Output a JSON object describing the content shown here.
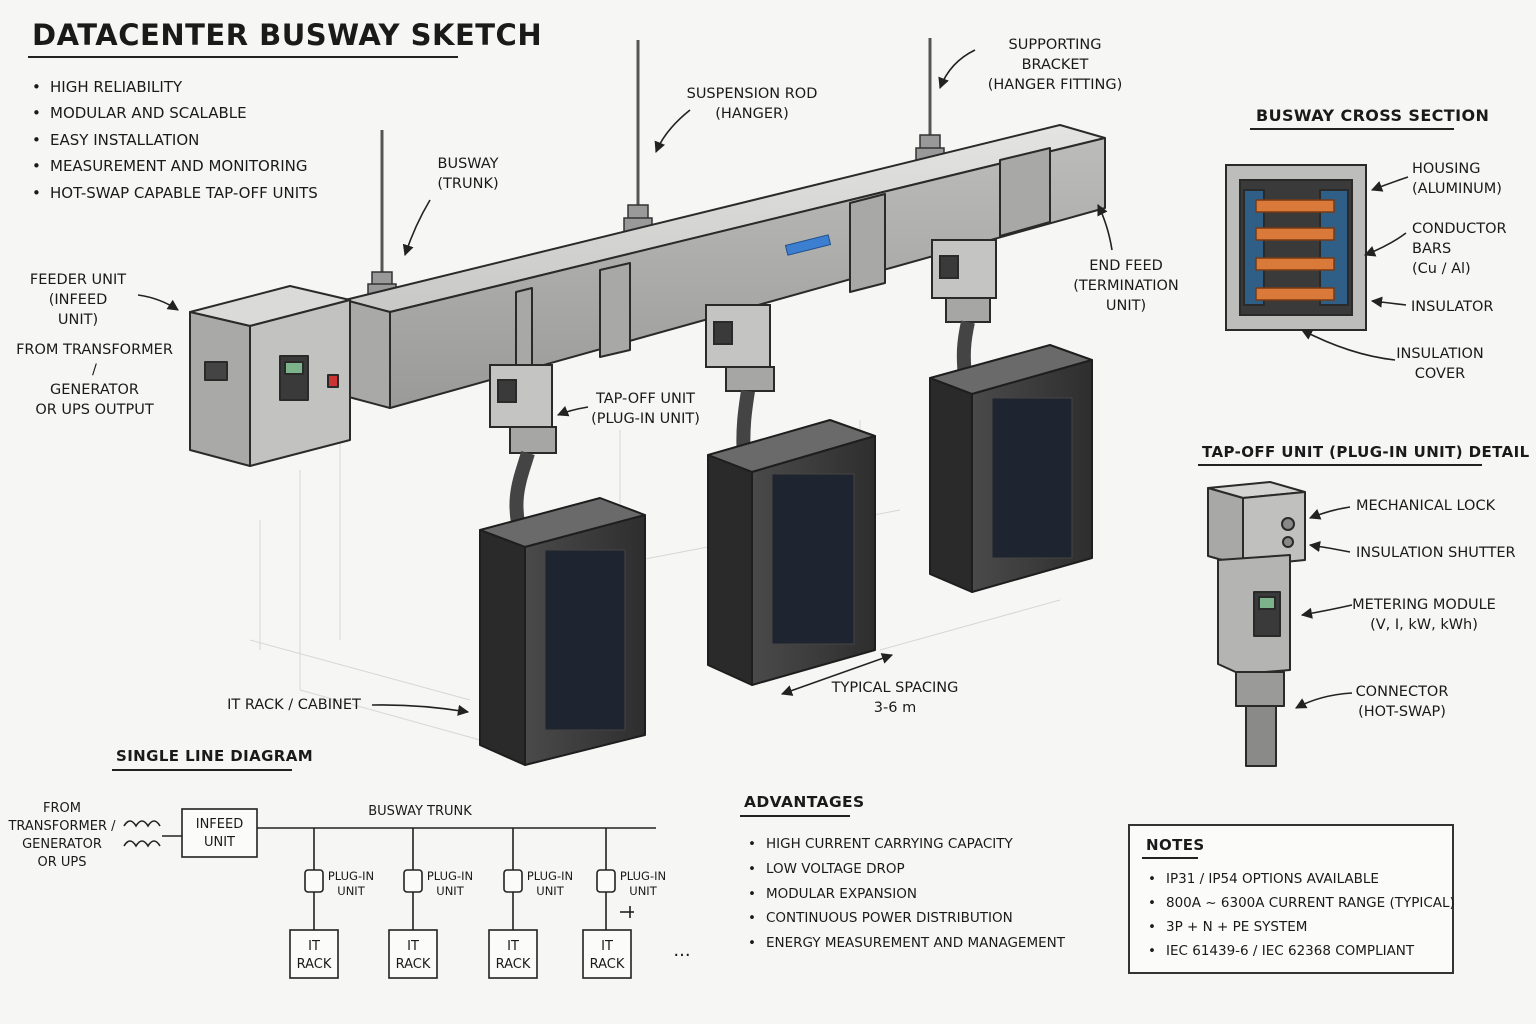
{
  "title": "DATACENTER BUSWAY SKETCH",
  "features": [
    "HIGH RELIABILITY",
    "MODULAR AND SCALABLE",
    "EASY INSTALLATION",
    "MEASUREMENT AND MONITORING",
    "HOT-SWAP CAPABLE TAP-OFF UNITS"
  ],
  "labels": {
    "feeder_unit": "FEEDER UNIT\n(INFEED UNIT)",
    "from_transformer": "FROM TRANSFORMER /\nGENERATOR\nOR UPS OUTPUT",
    "busway": "BUSWAY\n(TRUNK)",
    "suspension_rod": "SUSPENSION ROD\n(HANGER)",
    "supporting_bracket": "SUPPORTING BRACKET\n(HANGER FITTING)",
    "end_feed": "END FEED\n(TERMINATION\nUNIT)",
    "tap_off": "TAP-OFF UNIT\n(PLUG-IN UNIT)",
    "it_rack": "IT RACK / CABINET",
    "typical_spacing": "TYPICAL SPACING\n3-6 m"
  },
  "cross_section": {
    "title": "BUSWAY CROSS SECTION",
    "housing": "HOUSING\n(ALUMINUM)",
    "conductor": "CONDUCTOR\nBARS\n(Cu / Al)",
    "insulator": "INSULATOR",
    "insulation_cover": "INSULATION\nCOVER"
  },
  "tapoff_detail": {
    "title": "TAP-OFF UNIT (PLUG-IN UNIT) DETAIL",
    "mechanical_lock": "MECHANICAL LOCK",
    "insulation_shutter": "INSULATION SHUTTER",
    "metering_module": "METERING MODULE\n(V, I, kW, kWh)",
    "connector": "CONNECTOR\n(HOT-SWAP)"
  },
  "single_line": {
    "title": "SINGLE LINE DIAGRAM",
    "from": "FROM\nTRANSFORMER /\nGENERATOR\nOR UPS",
    "infeed": "INFEED\nUNIT",
    "trunk": "BUSWAY TRUNK",
    "plugin": [
      "PLUG-IN\nUNIT",
      "PLUG-IN\nUNIT",
      "PLUG-IN\nUNIT",
      "PLUG-IN\nUNIT"
    ],
    "racks": [
      "IT\nRACK",
      "IT\nRACK",
      "IT\nRACK",
      "IT\nRACK"
    ],
    "ellipsis": "..."
  },
  "advantages": {
    "title": "ADVANTAGES",
    "items": [
      "HIGH CURRENT CARRYING CAPACITY",
      "LOW VOLTAGE DROP",
      "MODULAR EXPANSION",
      "CONTINUOUS POWER DISTRIBUTION",
      "ENERGY MEASUREMENT AND MANAGEMENT"
    ]
  },
  "notes": {
    "title": "NOTES",
    "items": [
      "IP31 / IP54 OPTIONS AVAILABLE",
      "800A ~ 6300A CURRENT RANGE (TYPICAL)",
      "3P + N + PE SYSTEM",
      "IEC 61439-6 / IEC 62368 COMPLIANT"
    ]
  },
  "colors": {
    "ink": "#1a1a1a",
    "metal": "#bdbdbb",
    "metal_dark": "#8d8d8b",
    "rack": "#3b3b3b",
    "copper": "#d9793a",
    "insulator": "#2f5f86",
    "accent_blue": "#3c7fd0"
  }
}
